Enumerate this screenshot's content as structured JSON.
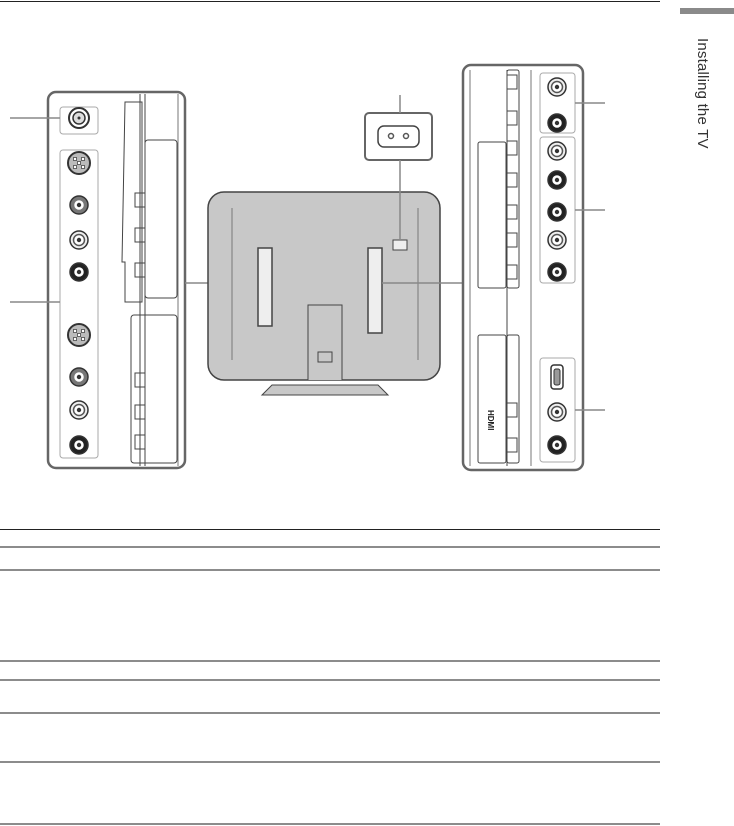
{
  "header": {
    "section_title": "Installing the TV"
  },
  "colors": {
    "tv_fill": "#c8c8c8",
    "rule_dark": "#222222",
    "rule_gray": "#8c8c8c",
    "tab": "#8a8a8a"
  },
  "diagram": {
    "left_panel_jacks": [
      "antenna",
      "s-video",
      "rca-gray",
      "rca-light",
      "rca-dark",
      "s-video",
      "rca-gray",
      "rca-light",
      "rca-dark"
    ],
    "right_panel_jacks": [
      "rca-light",
      "rca-dark",
      "rca-light",
      "rca-dark",
      "rca-dark",
      "rca-light",
      "rca-dark",
      "hdmi",
      "rca-light",
      "rca-dark"
    ],
    "logos": [
      "HDMI"
    ]
  }
}
